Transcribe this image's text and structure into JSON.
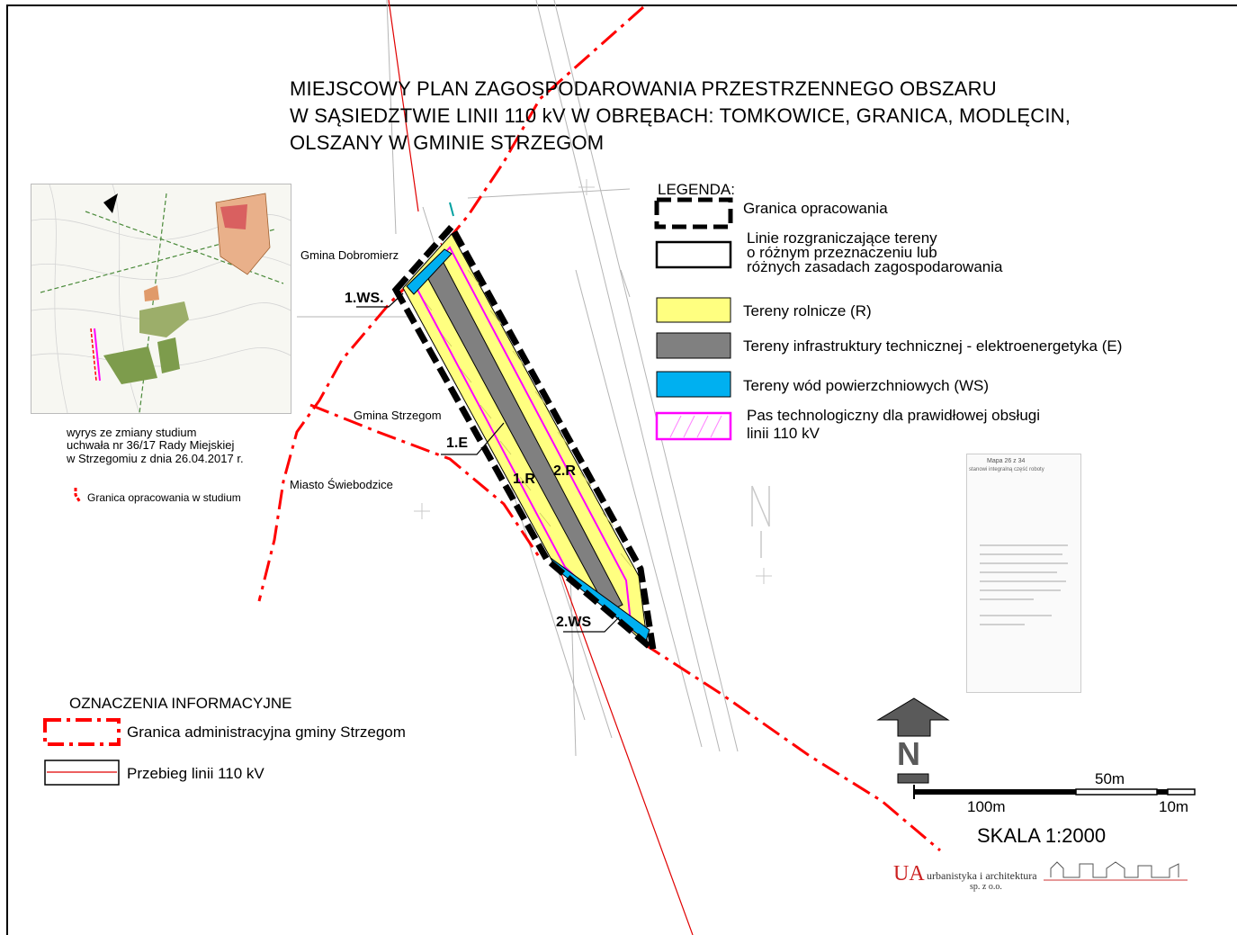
{
  "title_lines": [
    "MIEJSCOWY PLAN ZAGOSPODAROWANIA PRZESTRZENNEGO OBSZARU",
    "W SĄSIEDZTWIE LINII 110 kV W OBRĘBACH: TOMKOWICE, GRANICA, MODLĘCIN,",
    "OLSZANY W GMINIE STRZEGOM"
  ],
  "legend": {
    "heading": "LEGENDA:",
    "items": [
      {
        "label": "Granica opracowania",
        "style": "dashed-thick"
      },
      {
        "label_lines": [
          "Linie rozgraniczające tereny",
          "o różnym przeznaczeniu lub",
          "różnych zasadach zagospodarowania"
        ],
        "style": "solid-outline"
      },
      {
        "label": "Tereny rolnicze (R)",
        "color": "#ffff80"
      },
      {
        "label": "Tereny infrastruktury technicznej - elektroenergetyka (E)",
        "color": "#808080"
      },
      {
        "label": "Tereny wód powierzchniowych (WS)",
        "color": "#00b0f0"
      },
      {
        "label_lines": [
          "Pas technologiczny dla prawidłowej obsługi",
          "linii 110 kV"
        ],
        "color": "#ff00ff"
      }
    ]
  },
  "info": {
    "heading": "OZNACZENIA INFORMACYJNE",
    "admin_boundary": "Granica administracyjna gminy Strzegom",
    "power_line": "Przebieg linii 110 kV"
  },
  "inset": {
    "caption_lines": [
      "wyrys ze  zmiany studium",
      "uchwała nr 36/17 Rady Miejskiej",
      "w Strzegomiu z dnia 26.04.2017 r."
    ],
    "boundary_note": "Granica opracowania w studium"
  },
  "place_labels": {
    "dobromierz": "Gmina Dobromierz",
    "strzegom": "Gmina Strzegom",
    "swiebodzice": "Miasto Świebodzice"
  },
  "zone_labels": {
    "ws1": "1.WS.",
    "e1": "1.E",
    "r1": "1.R",
    "r2": "2.R",
    "ws2": "2.WS"
  },
  "north_letter": "N",
  "scale": {
    "label_50": "50m",
    "label_100": "100m",
    "label_10": "10m",
    "caption": "SKALA 1:2000"
  },
  "paper_text": {
    "line1": "Mapa 26 z 34",
    "line2": "stanowi integralną część roboty"
  },
  "logo": {
    "mark": "UA",
    "name": "urbanistyka i architektura",
    "suffix": "sp. z o.o."
  },
  "colors": {
    "admin_boundary": "#ff0000",
    "power_line": "#e00000",
    "agricultural": "#ffff80",
    "infrastructure": "#808080",
    "water": "#00b0f0",
    "tech_strip": "#ff00ff"
  }
}
